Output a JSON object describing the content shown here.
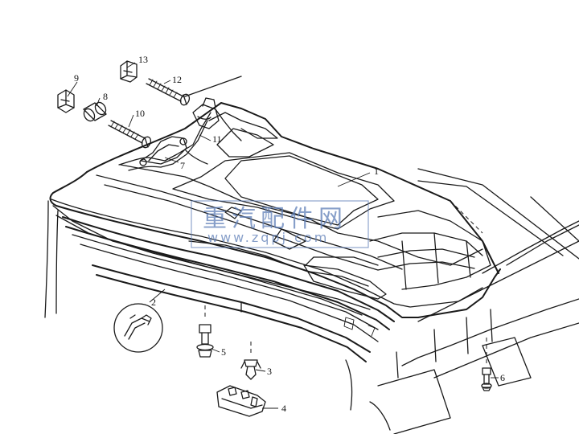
{
  "watermark": {
    "text": "重汽配件网",
    "url": "www.zqpj.com",
    "color": "#5f7fb8"
  },
  "callouts": [
    {
      "id": "1",
      "label": "1"
    },
    {
      "id": "2",
      "label": "2"
    },
    {
      "id": "3",
      "label": "3"
    },
    {
      "id": "4",
      "label": "4"
    },
    {
      "id": "5",
      "label": "5"
    },
    {
      "id": "6",
      "label": "6"
    },
    {
      "id": "7",
      "label": "7"
    },
    {
      "id": "8",
      "label": "8"
    },
    {
      "id": "9",
      "label": "9"
    },
    {
      "id": "10",
      "label": "10"
    },
    {
      "id": "11",
      "label": "11"
    },
    {
      "id": "12",
      "label": "12"
    },
    {
      "id": "13",
      "label": "13"
    }
  ]
}
